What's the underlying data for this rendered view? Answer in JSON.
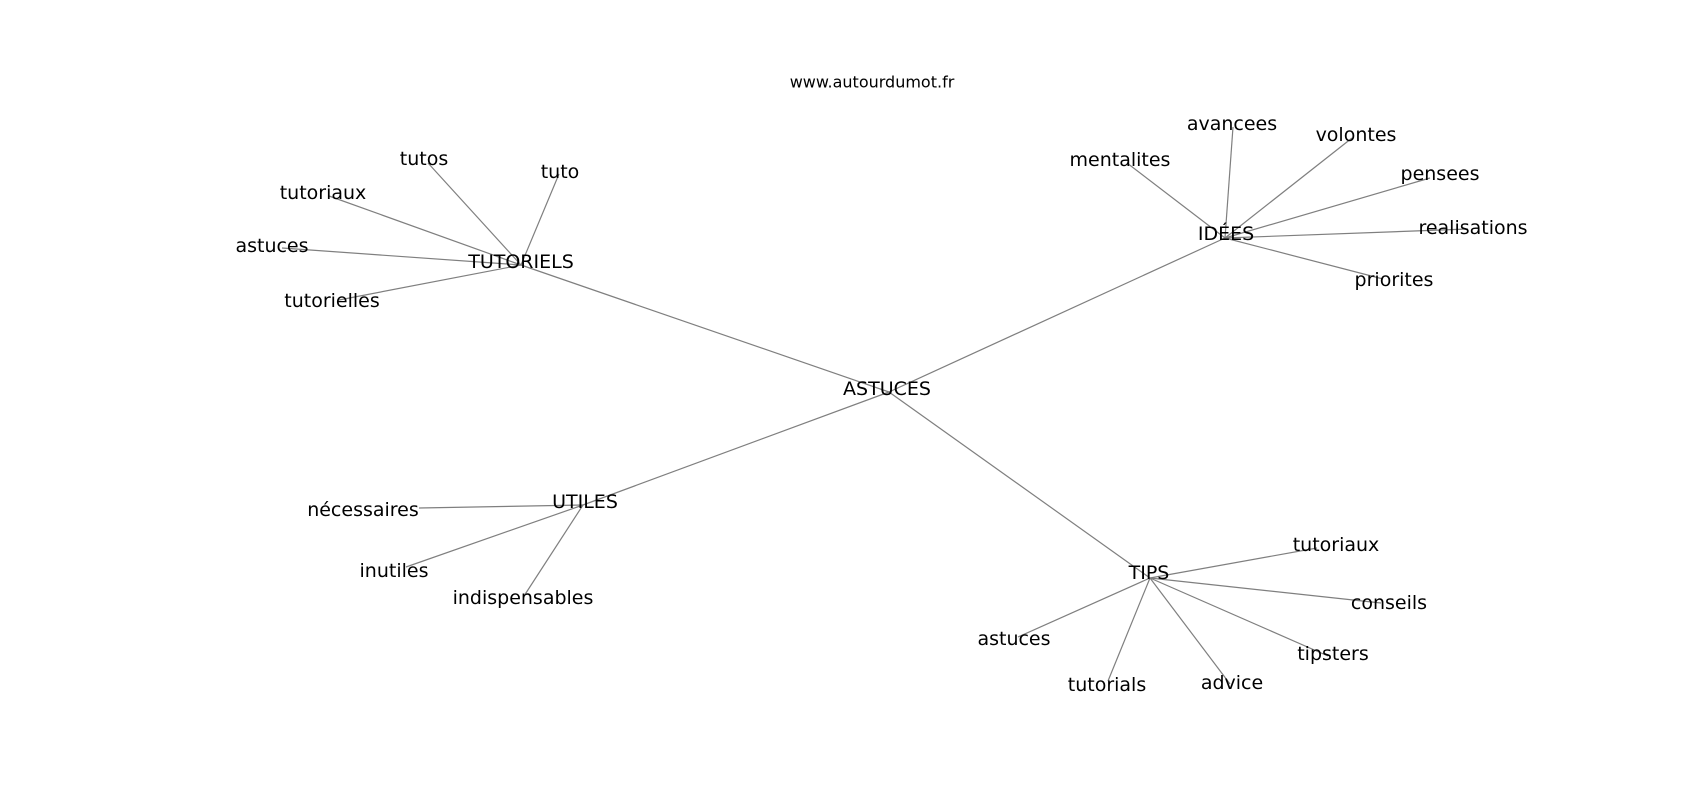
{
  "source": "www.autourdumot.fr",
  "root": {
    "label": "ASTUCES"
  },
  "branches": [
    {
      "id": "tutoriels",
      "label": "TUTORIELS",
      "leaves": [
        "tutos",
        "tuto",
        "tutoriaux",
        "astuces",
        "tutorielles"
      ]
    },
    {
      "id": "idees",
      "label": "IDÉES",
      "leaves": [
        "avancees",
        "volontes",
        "mentalites",
        "pensees",
        "realisations",
        "priorites"
      ]
    },
    {
      "id": "utiles",
      "label": "UTILES",
      "leaves": [
        "nécessaires",
        "inutiles",
        "indispensables"
      ]
    },
    {
      "id": "tips",
      "label": "TIPS",
      "leaves": [
        "tutoriaux",
        "conseils",
        "tipsters",
        "advice",
        "tutorials",
        "astuces"
      ]
    }
  ]
}
